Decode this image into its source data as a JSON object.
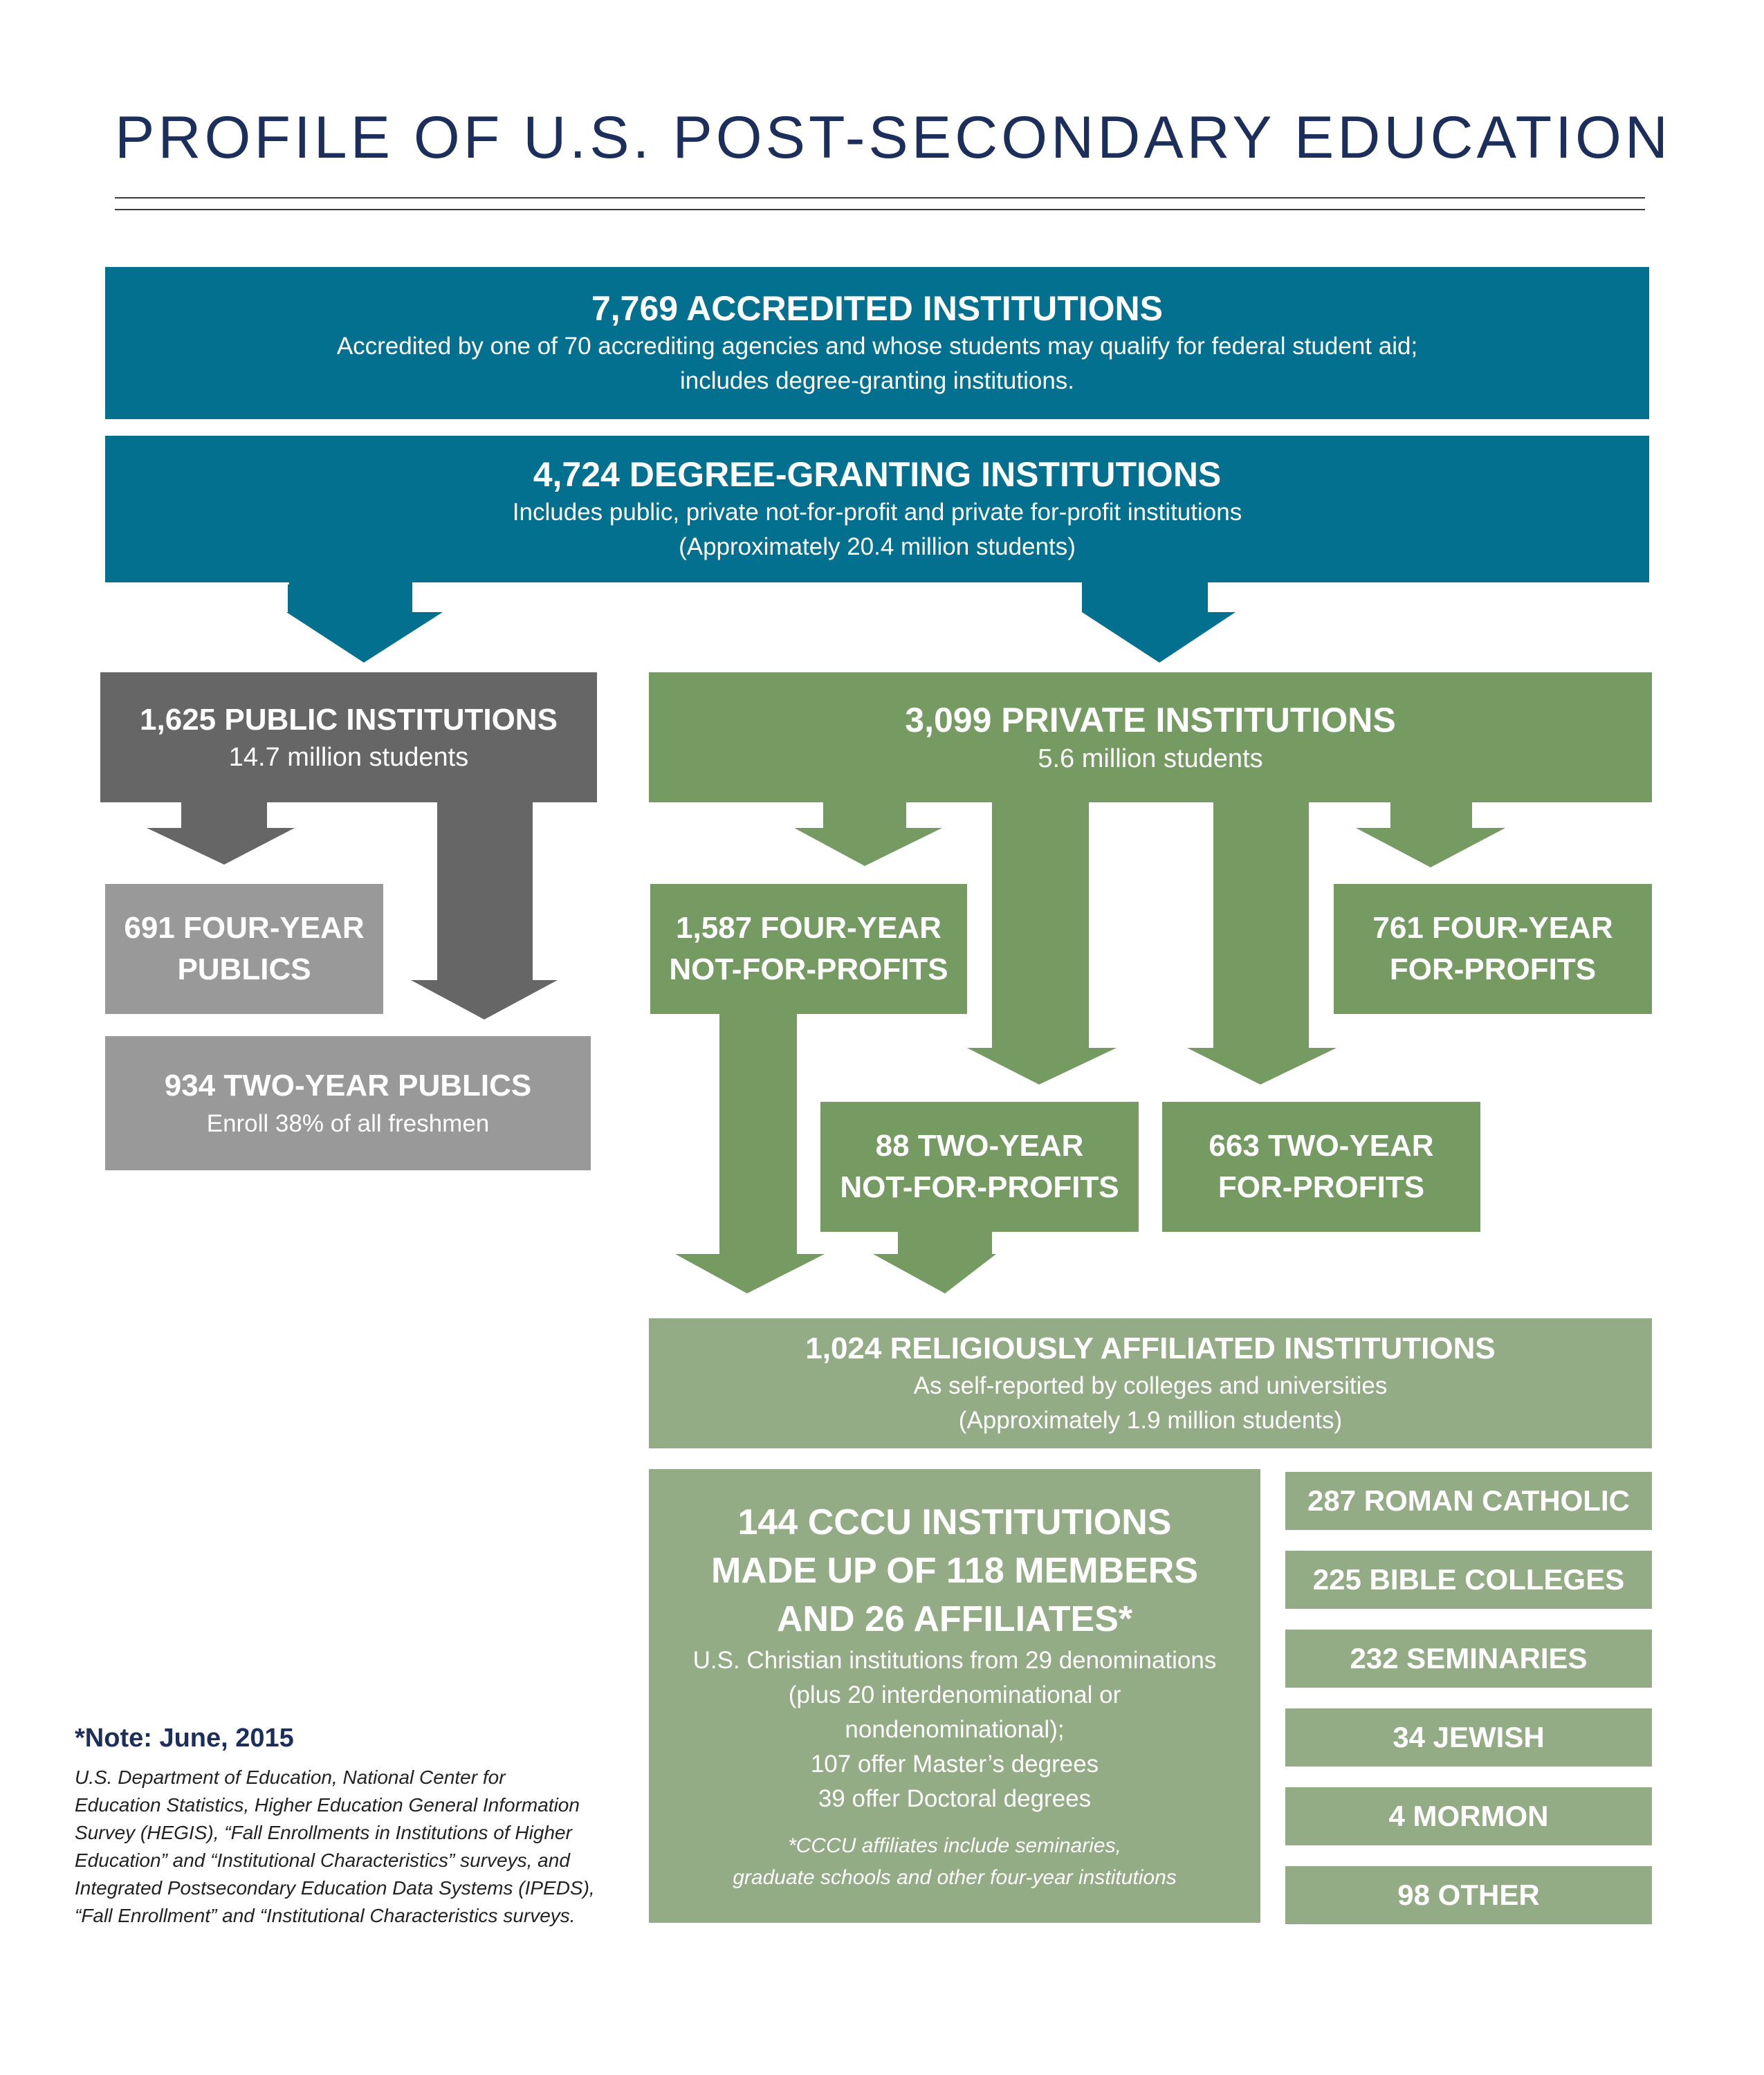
{
  "title": "PROFILE OF U.S. POST-SECONDARY EDUCATION",
  "colors": {
    "teal": "#037090",
    "dark_gray": "#666666",
    "light_gray": "#999999",
    "green": "#759a62",
    "light_green": "#93ac86",
    "navy": "#1b2e5c"
  },
  "accredited": {
    "heading": "7,769 ACCREDITED INSTITUTIONS",
    "line1": "Accredited by one of 70 accrediting agencies and whose students may qualify for federal student aid;",
    "line2": "includes degree-granting institutions."
  },
  "degree_granting": {
    "heading": "4,724 DEGREE-GRANTING INSTITUTIONS",
    "line1": "Includes public, private not-for-profit and private for-profit institutions",
    "line2": "(Approximately 20.4 million students)"
  },
  "public": {
    "heading": "1,625 PUBLIC INSTITUTIONS",
    "sub": "14.7 million students"
  },
  "private": {
    "heading": "3,099 PRIVATE INSTITUTIONS",
    "sub": "5.6 million students"
  },
  "four_year_publics": {
    "line1": "691 FOUR-YEAR",
    "line2": "PUBLICS"
  },
  "two_year_publics": {
    "heading": "934 TWO-YEAR PUBLICS",
    "sub": "Enroll 38% of all freshmen"
  },
  "four_year_nfp": {
    "line1": "1,587 FOUR-YEAR",
    "line2": "NOT-FOR-PROFITS"
  },
  "four_year_fp": {
    "line1": "761 FOUR-YEAR",
    "line2": "FOR-PROFITS"
  },
  "two_year_nfp": {
    "line1": "88 TWO-YEAR",
    "line2": "NOT-FOR-PROFITS"
  },
  "two_year_fp": {
    "line1": "663 TWO-YEAR",
    "line2": "FOR-PROFITS"
  },
  "religious": {
    "heading": "1,024 RELIGIOUSLY AFFILIATED INSTITUTIONS",
    "line1": "As self-reported by colleges and universities",
    "line2": "(Approximately 1.9 million students)"
  },
  "cccu": {
    "heading1": "144 CCCU INSTITUTIONS",
    "heading2": "MADE UP OF 118 MEMBERS",
    "heading3": "AND 26 AFFILIATES*",
    "line1": "U.S. Christian institutions from 29 denominations",
    "line2": "(plus 20 interdenominational or",
    "line3": "nondenominational);",
    "line4": "107 offer Master’s degrees",
    "line5": "39 offer Doctoral degrees",
    "footnote1": "*CCCU affiliates include seminaries,",
    "footnote2": "graduate schools and other four-year institutions"
  },
  "denominations": [
    "287 ROMAN CATHOLIC",
    "225 BIBLE COLLEGES",
    "232 SEMINARIES",
    "34 JEWISH",
    "4 MORMON",
    "98 OTHER"
  ],
  "note": {
    "title": "*Note: June, 2015",
    "lines": [
      "U.S. Department of Education, National Center for",
      "Education Statistics, Higher Education General Information",
      "Survey (HEGIS), “Fall Enrollments in Institutions of Higher",
      "Education” and “Institutional Characteristics” surveys, and",
      "Integrated Postsecondary Education Data Systems (IPEDS),",
      "“Fall Enrollment” and “Institutional Characteristics surveys."
    ]
  }
}
